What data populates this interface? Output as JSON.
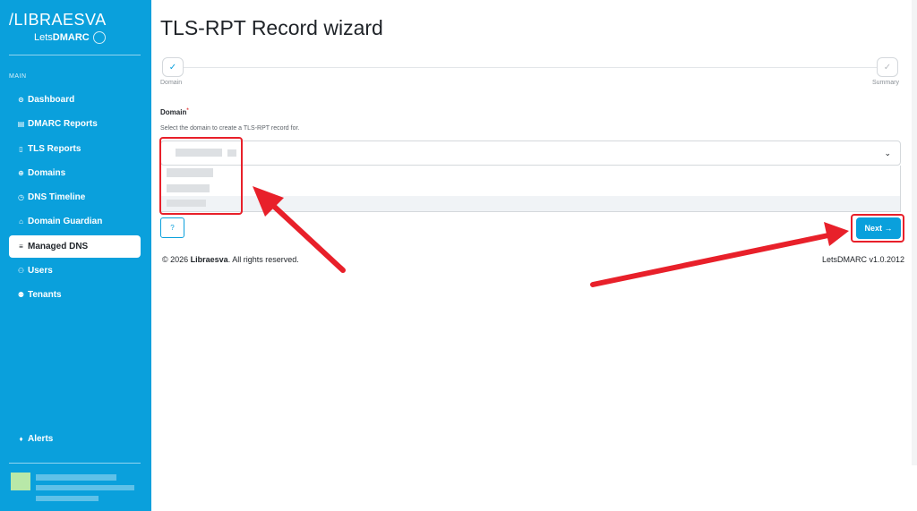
{
  "brand": {
    "logo_main": "/LIBRAESVA",
    "logo_sub_prefix": "Lets",
    "logo_sub_bold": "DMARC"
  },
  "sidebar": {
    "section_label": "MAIN",
    "items": [
      {
        "label": "Dashboard",
        "icon": "dashboard-icon",
        "glyph": "⊙"
      },
      {
        "label": "DMARC Reports",
        "icon": "report-icon",
        "glyph": "▤"
      },
      {
        "label": "TLS Reports",
        "icon": "file-icon",
        "glyph": "▯"
      },
      {
        "label": "Domains",
        "icon": "globe-icon",
        "glyph": "⊕"
      },
      {
        "label": "DNS Timeline",
        "icon": "clock-icon",
        "glyph": "◷"
      },
      {
        "label": "Domain Guardian",
        "icon": "guardian-icon",
        "glyph": "⌂"
      },
      {
        "label": "Managed DNS",
        "icon": "database-icon",
        "glyph": "≡",
        "active": true
      },
      {
        "label": "Users",
        "icon": "users-icon",
        "glyph": "⚇"
      },
      {
        "label": "Tenants",
        "icon": "tenants-icon",
        "glyph": "⚉"
      }
    ],
    "alerts_label": "Alerts",
    "alerts_icon": "bell-icon"
  },
  "main": {
    "title": "TLS-RPT Record wizard",
    "steps": [
      {
        "label": "Domain",
        "state": "done"
      },
      {
        "label": "Summary",
        "state": "pending"
      }
    ],
    "field": {
      "label": "Domain",
      "required_mark": "*",
      "help": "Select the domain to create a TLS-RPT record for."
    },
    "help_button": "?",
    "next_button": "Next",
    "next_icon": "arrow-right-icon"
  },
  "footer": {
    "copyright_prefix": "© 2026 ",
    "company": "Libraesva",
    "copyright_suffix": ". All rights reserved.",
    "version": "LetsDMARC v1.0.2012"
  },
  "colors": {
    "accent": "#0aa0dc",
    "highlight": "#e8202a"
  }
}
